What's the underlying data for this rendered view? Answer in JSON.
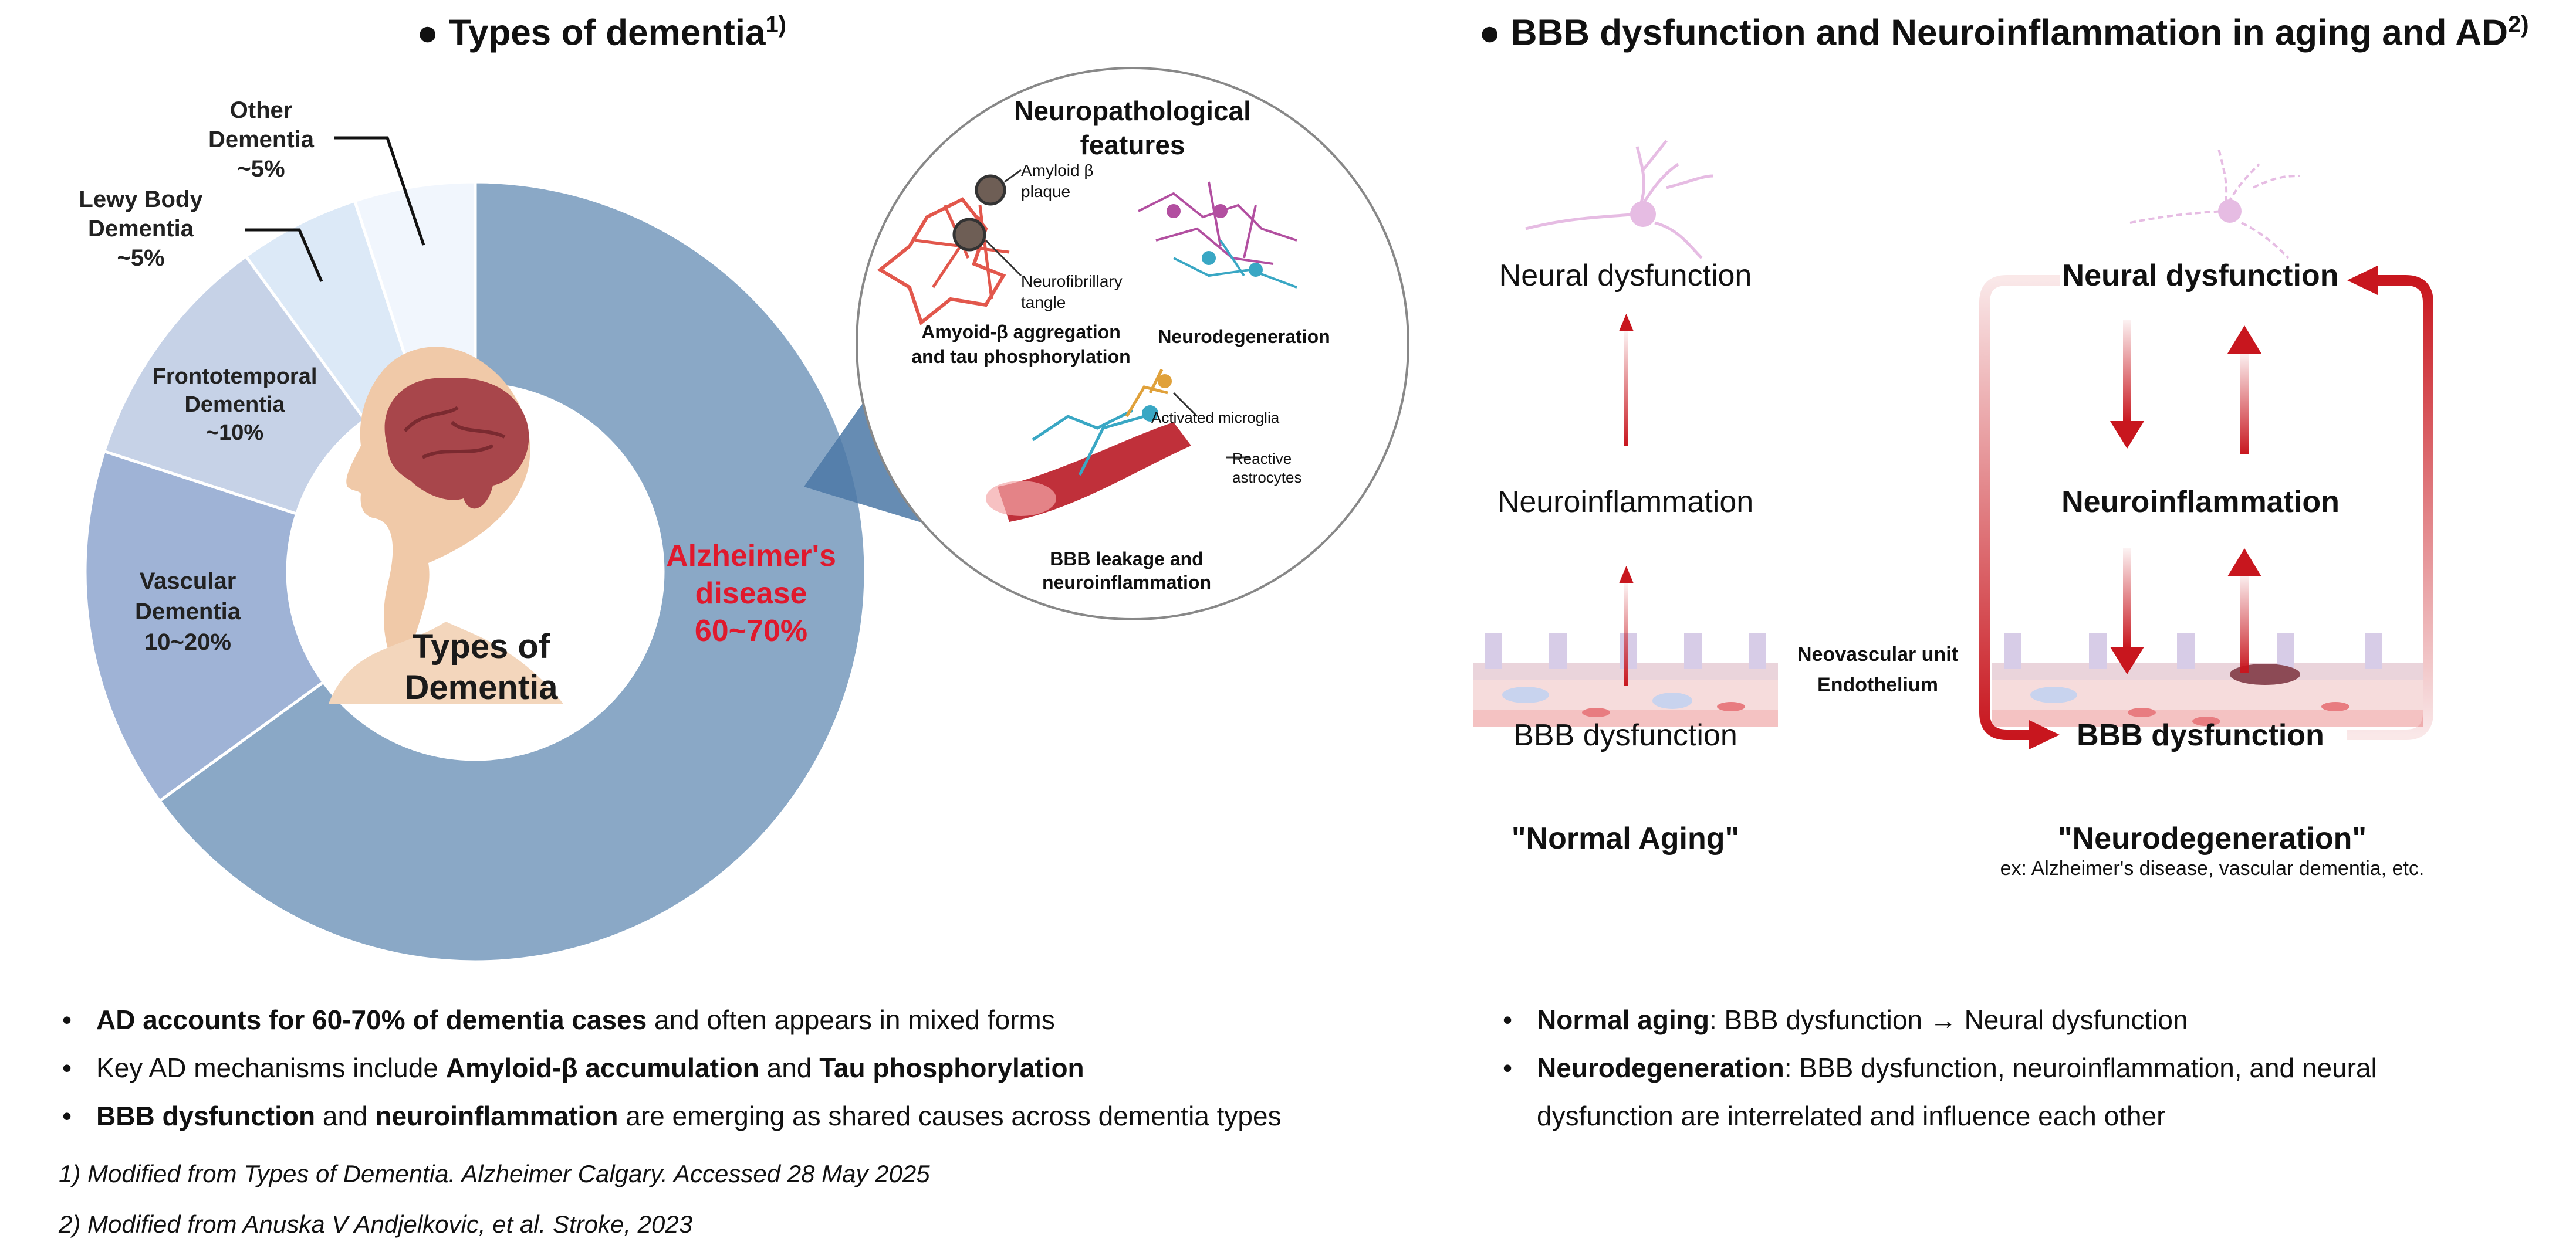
{
  "left": {
    "title": "Types of dementia",
    "title_ref": "1)",
    "center_label": [
      "Types of",
      "Dementia"
    ],
    "chart_data": {
      "type": "pie",
      "title": "Types of dementia",
      "slices": [
        {
          "name": "Alzheimer's disease",
          "range": "60~70%",
          "value": 65,
          "color": "#8AA8C6"
        },
        {
          "name": "Vascular Dementia",
          "range": "10~20%",
          "value": 15,
          "color": "#9FB3D6"
        },
        {
          "name": "Frontotemporal Dementia",
          "range": "~10%",
          "value": 10,
          "color": "#C6D2E7"
        },
        {
          "name": "Lewy Body Dementia",
          "range": "~5%",
          "value": 5,
          "color": "#DCE9F7"
        },
        {
          "name": "Other Dementia",
          "range": "~5%",
          "value": 5,
          "color": "#F1F6FD"
        }
      ]
    },
    "labels": {
      "ad": [
        "Alzheimer's",
        "disease",
        "60~70%"
      ],
      "vascular": [
        "Vascular",
        "Dementia",
        "10~20%"
      ],
      "fronto": [
        "Frontotemporal",
        "Dementia",
        "~10%"
      ],
      "lewy": [
        "Lewy Body",
        "Dementia",
        "~5%"
      ],
      "other": [
        "Other",
        "Dementia",
        "~5%"
      ]
    },
    "inset": {
      "title": [
        "Neuropathological",
        "features"
      ],
      "amyloid_plaque": [
        "Amyloid β",
        "plaque"
      ],
      "nft": [
        "Neurofibrillary",
        "tangle"
      ],
      "agg": [
        "Amyoid-β aggregation",
        "and tau phosphorylation"
      ],
      "neurodegen": "Neurodegeneration",
      "microglia": "Activated microglia",
      "astro": [
        "Reactive",
        "astrocytes"
      ],
      "bbb": [
        "BBB leakage and",
        "neuroinflammation"
      ]
    },
    "bullets": [
      {
        "b1": "AD accounts for 60-70% of dementia cases",
        "t1": " and often appears in mixed forms"
      },
      {
        "t1": "Key AD mechanisms include ",
        "b1": "Amyloid-β accumulation",
        "t2": " and ",
        "b2": "Tau phosphorylation"
      },
      {
        "b1": "BBB dysfunction",
        "t1": " and ",
        "b2": "neuroinflammation",
        "t2": " are emerging as shared causes across dementia types"
      }
    ],
    "footnotes": [
      "1) Modified from Types of Dementia. Alzheimer Calgary. Accessed 28 May 2025",
      "2) Modified from Anuska V Andjelkovic, et al. Stroke, 2023"
    ]
  },
  "right": {
    "title": "BBB dysfunction and Neuroinflammation in aging and AD",
    "title_ref": "2)",
    "normal": {
      "neural": "Neural dysfunction",
      "inflam": "Neuroinflammation",
      "bbb": "BBB dysfunction",
      "caption": "\"Normal Aging\""
    },
    "nvu": [
      "Neovascular unit",
      "Endothelium"
    ],
    "neuro": {
      "neural": "Neural dysfunction",
      "inflam": "Neuroinflammation",
      "bbb": "BBB dysfunction",
      "caption": "\"Neurodegeneration\"",
      "sub": "ex: Alzheimer's disease, vascular dementia, etc."
    },
    "bullets": [
      {
        "b1": "Normal aging",
        "t1": ": BBB dysfunction → Neural dysfunction"
      },
      {
        "b1": "Neurodegeneration",
        "t1": ": BBB dysfunction, neuroinflammation, and neural",
        "t2": "dysfunction are interrelated and influence each other"
      }
    ]
  },
  "colors": {
    "accent_red": "#E0192D",
    "arrow_red": "#C8161E"
  }
}
